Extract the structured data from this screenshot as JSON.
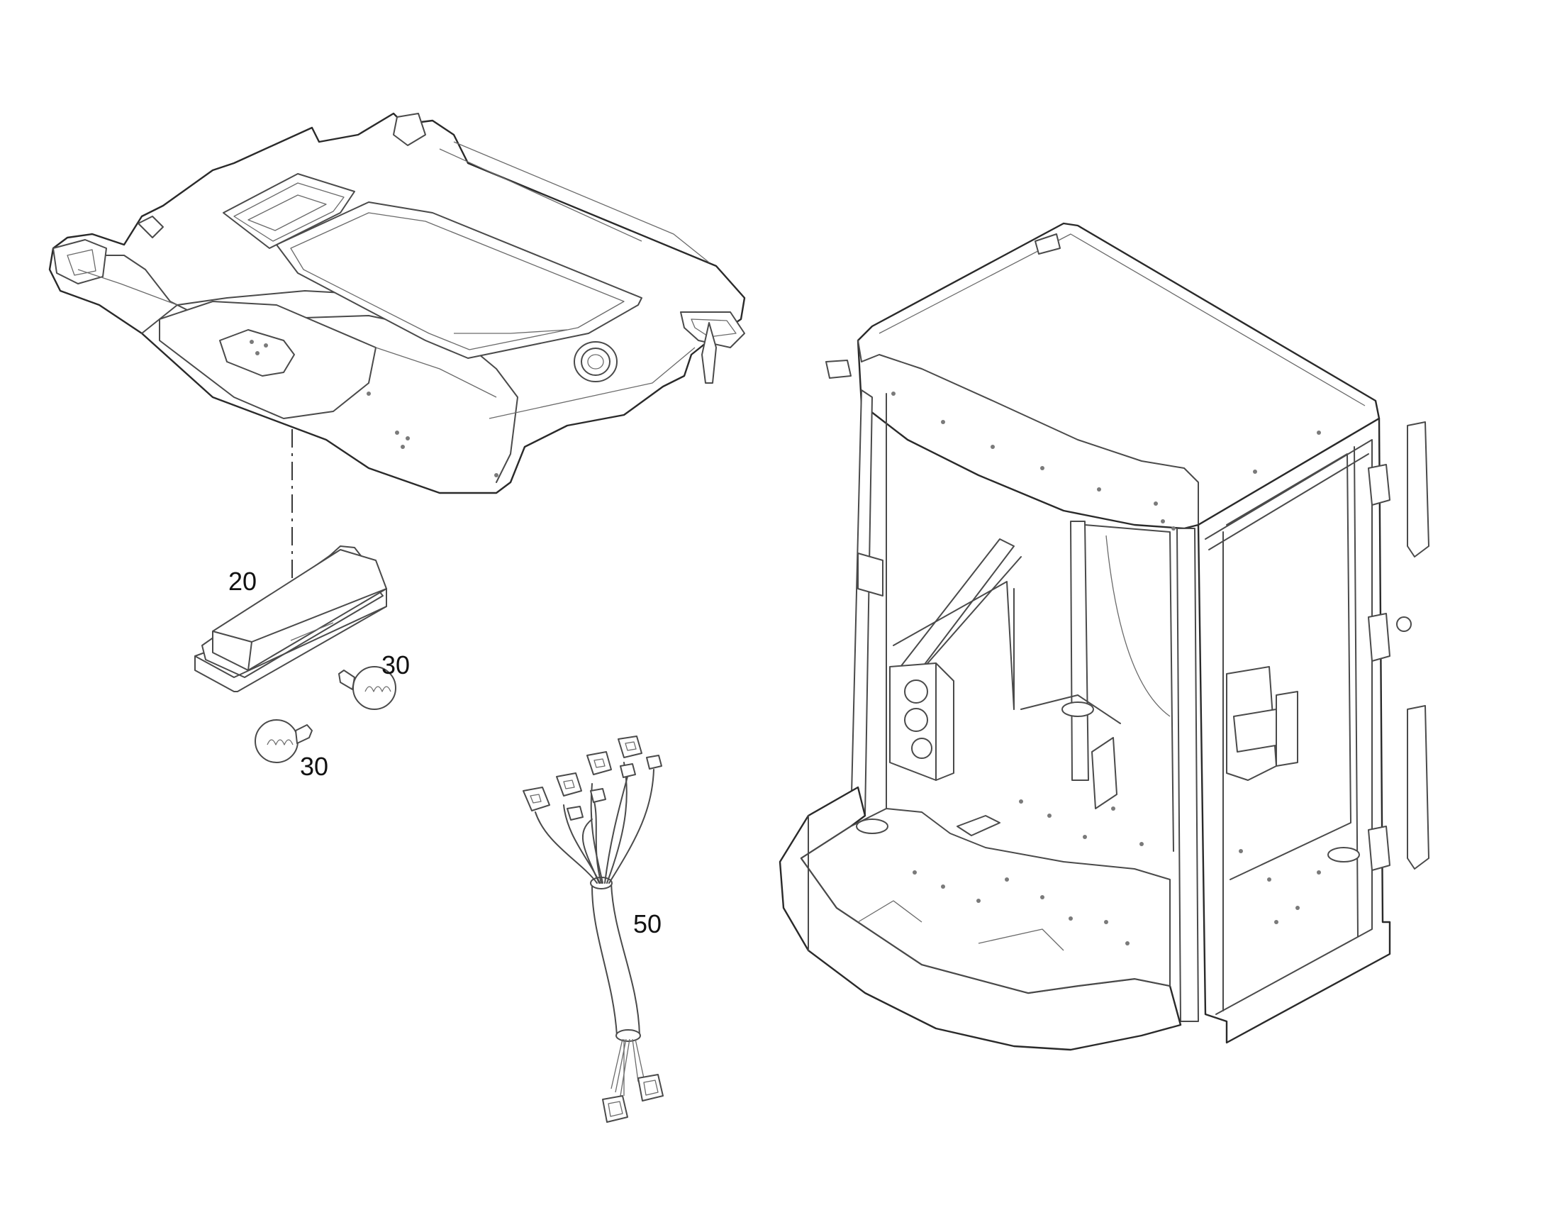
{
  "callouts": {
    "housing": "20",
    "bulb_upper": "30",
    "bulb_lower": "30",
    "harness": "50"
  },
  "colors": {
    "line": "#4a4a4a",
    "background": "#ffffff",
    "text": "#111111"
  }
}
